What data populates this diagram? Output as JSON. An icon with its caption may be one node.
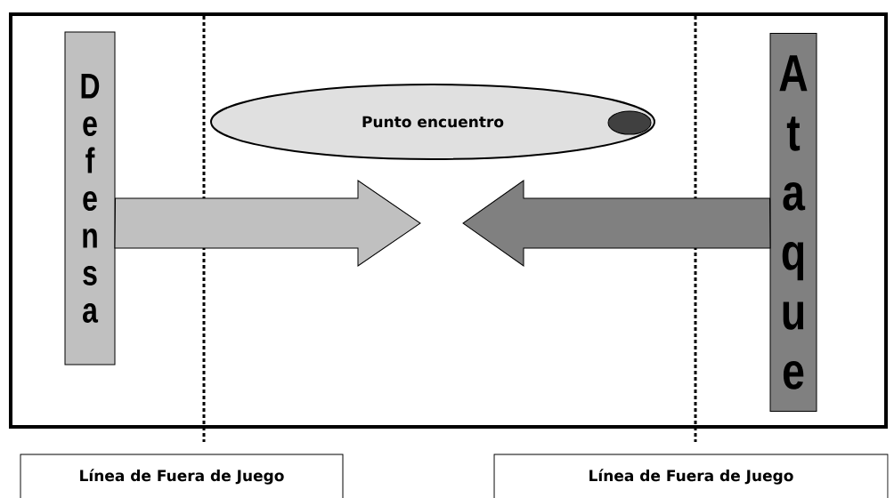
{
  "diagram": {
    "nodes": [
      {
        "text": [
          "Defensa"
        ]
      },
      {
        "text": [
          "Punto encuentro"
        ]
      },
      {
        "text": [
          "Ataque"
        ]
      },
      {
        "text": [
          "Línea de Fuera de Juego"
        ]
      },
      {
        "text": [
          "Línea de Fuera de Juego"
        ]
      }
    ],
    "edges": [
      {
        "from": 0,
        "to": null,
        "arrow": "to",
        "color": "#c0c0c0"
      },
      {
        "from": 2,
        "to": null,
        "arrow": "to",
        "color": "#808080"
      }
    ]
  }
}
